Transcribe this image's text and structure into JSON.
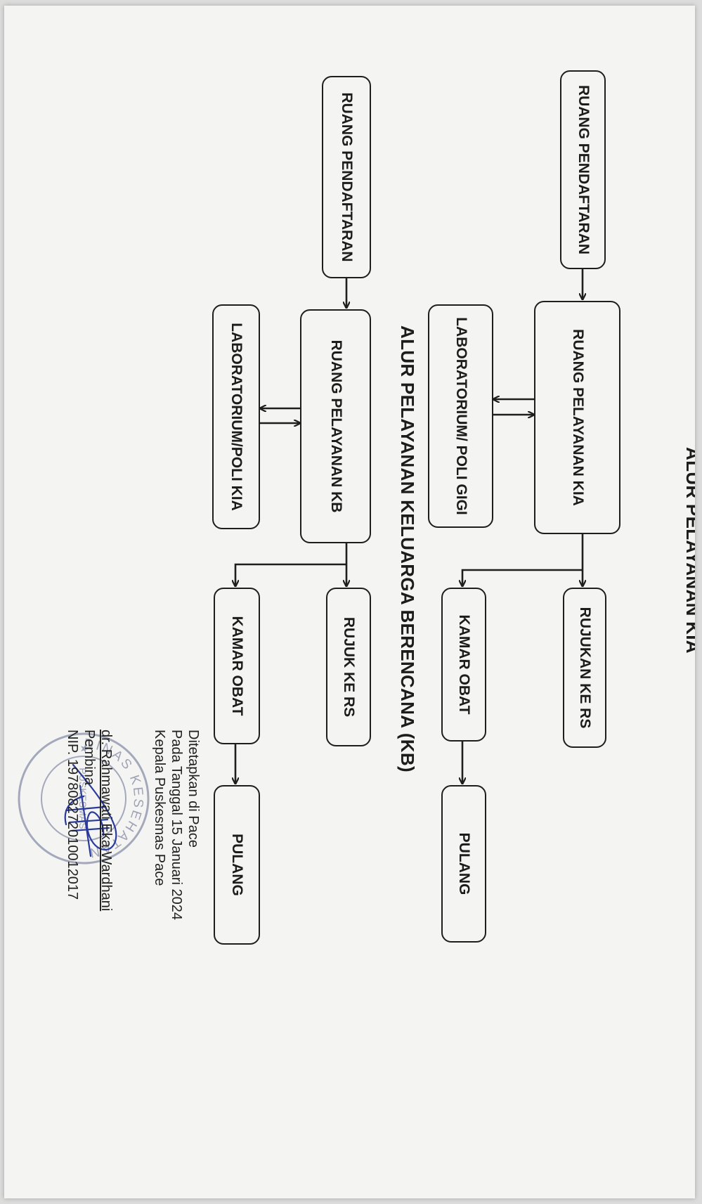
{
  "kia": {
    "title": "ALUR PELAYANAN KIA",
    "ruang_pendaftaran": "RUANG PENDAFTARAN",
    "ruang_pelayanan": "RUANG PELAYANAN KIA",
    "laboratorium": "LABORATORIUM/ POLI GIGI",
    "rujukan": "RUJUKAN KE RS",
    "kamar_obat": "KAMAR OBAT",
    "pulang": "PULANG"
  },
  "kb": {
    "title": "ALUR PELAYANAN KELUARGA BERENCANA (KB)",
    "ruang_pendaftaran": "RUANG PENDAFTARAN",
    "ruang_pelayanan": "RUANG PELAYANAN KB",
    "laboratorium": "LABORATORIUM/POLI KIA",
    "rujukan": "RUJUK KE RS",
    "kamar_obat": "KAMAR OBAT",
    "pulang": "PULANG"
  },
  "signature": {
    "line1": "Ditetapkan di Pace",
    "line2": "Pada Tanggal 15 Januari 2024",
    "line3": "Kepala Puskesmas Pace",
    "name": "dr. Rahmawati Eka Wardhani",
    "rank": "Pembina",
    "nip": "NIP. 197808272010012017"
  },
  "stamp": {
    "top_text": "DINAS KESEHATAN",
    "center_text": "PUSKESMAS"
  },
  "colors": {
    "ink": "#1e1e1e",
    "paper": "#f4f4f2",
    "stamp": "#8a8fa8"
  }
}
